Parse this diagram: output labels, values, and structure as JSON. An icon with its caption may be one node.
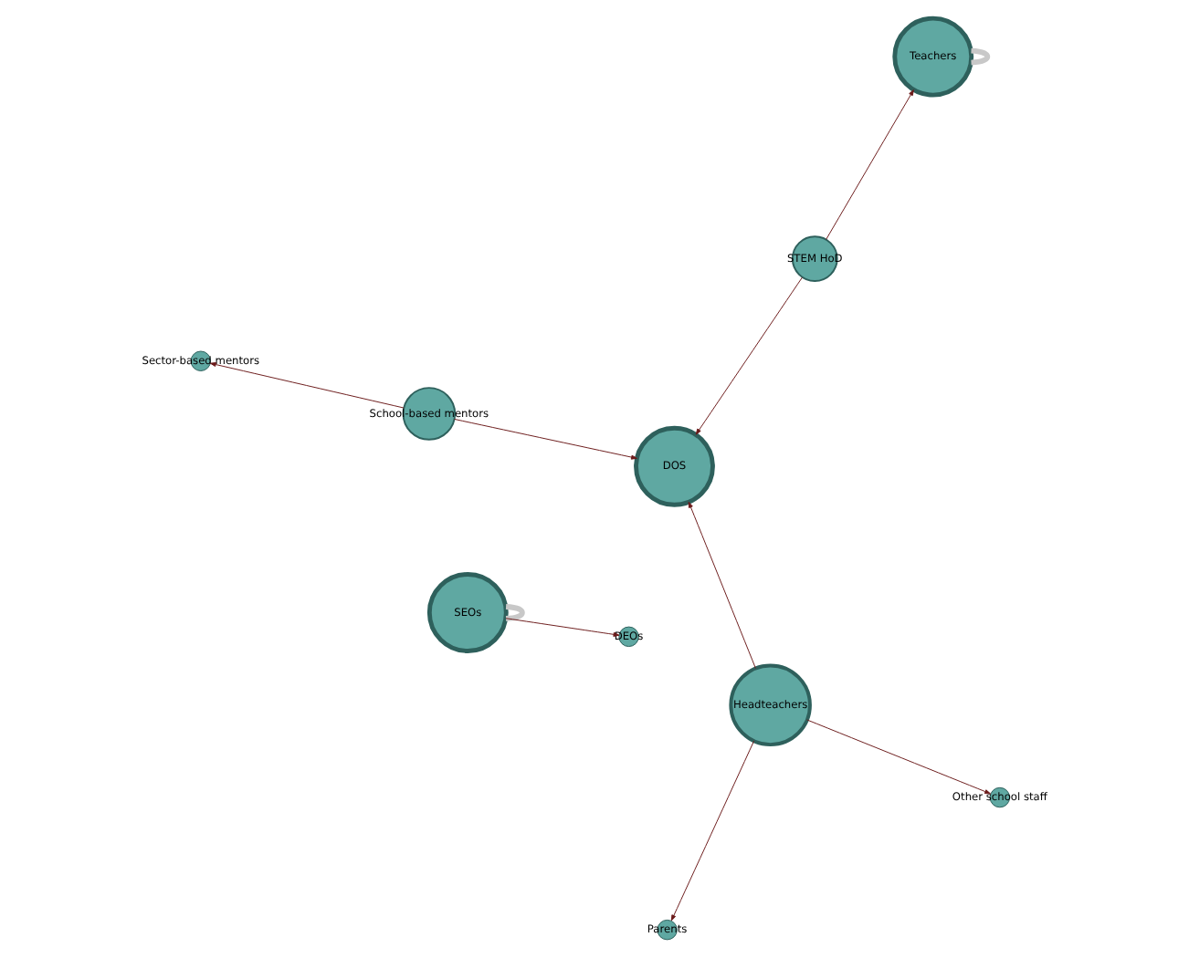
{
  "diagram": {
    "nodes": [
      {
        "text": [
          "Teachers"
        ]
      },
      {
        "text": [
          "STEM HoD"
        ]
      },
      {
        "text": [
          "Sector-based mentors"
        ]
      },
      {
        "text": [
          "School-based mentors"
        ]
      },
      {
        "text": [
          "DOS"
        ]
      },
      {
        "text": [
          "SEOs"
        ]
      },
      {
        "text": [
          "DEOs"
        ]
      },
      {
        "text": [
          "Headteachers"
        ]
      },
      {
        "text": [
          "Parents"
        ]
      },
      {
        "text": [
          "Other school staff"
        ]
      }
    ],
    "edges": [
      {
        "from": 0,
        "to": 0,
        "arrow": "none",
        "color": "#c8c8c8",
        "style": "thick"
      },
      {
        "from": 1,
        "to": 0,
        "arrow": "to"
      },
      {
        "from": 1,
        "to": 4,
        "arrow": "to"
      },
      {
        "from": 3,
        "to": 2,
        "arrow": "to"
      },
      {
        "from": 3,
        "to": 4,
        "arrow": "to"
      },
      {
        "from": 5,
        "to": 5,
        "arrow": "none",
        "color": "#c8c8c8",
        "style": "thick"
      },
      {
        "from": 5,
        "to": 6,
        "arrow": "to"
      },
      {
        "from": 7,
        "to": 4,
        "arrow": "to"
      },
      {
        "from": 7,
        "to": 9,
        "arrow": "to"
      },
      {
        "from": 7,
        "to": 8,
        "arrow": "to"
      }
    ]
  }
}
